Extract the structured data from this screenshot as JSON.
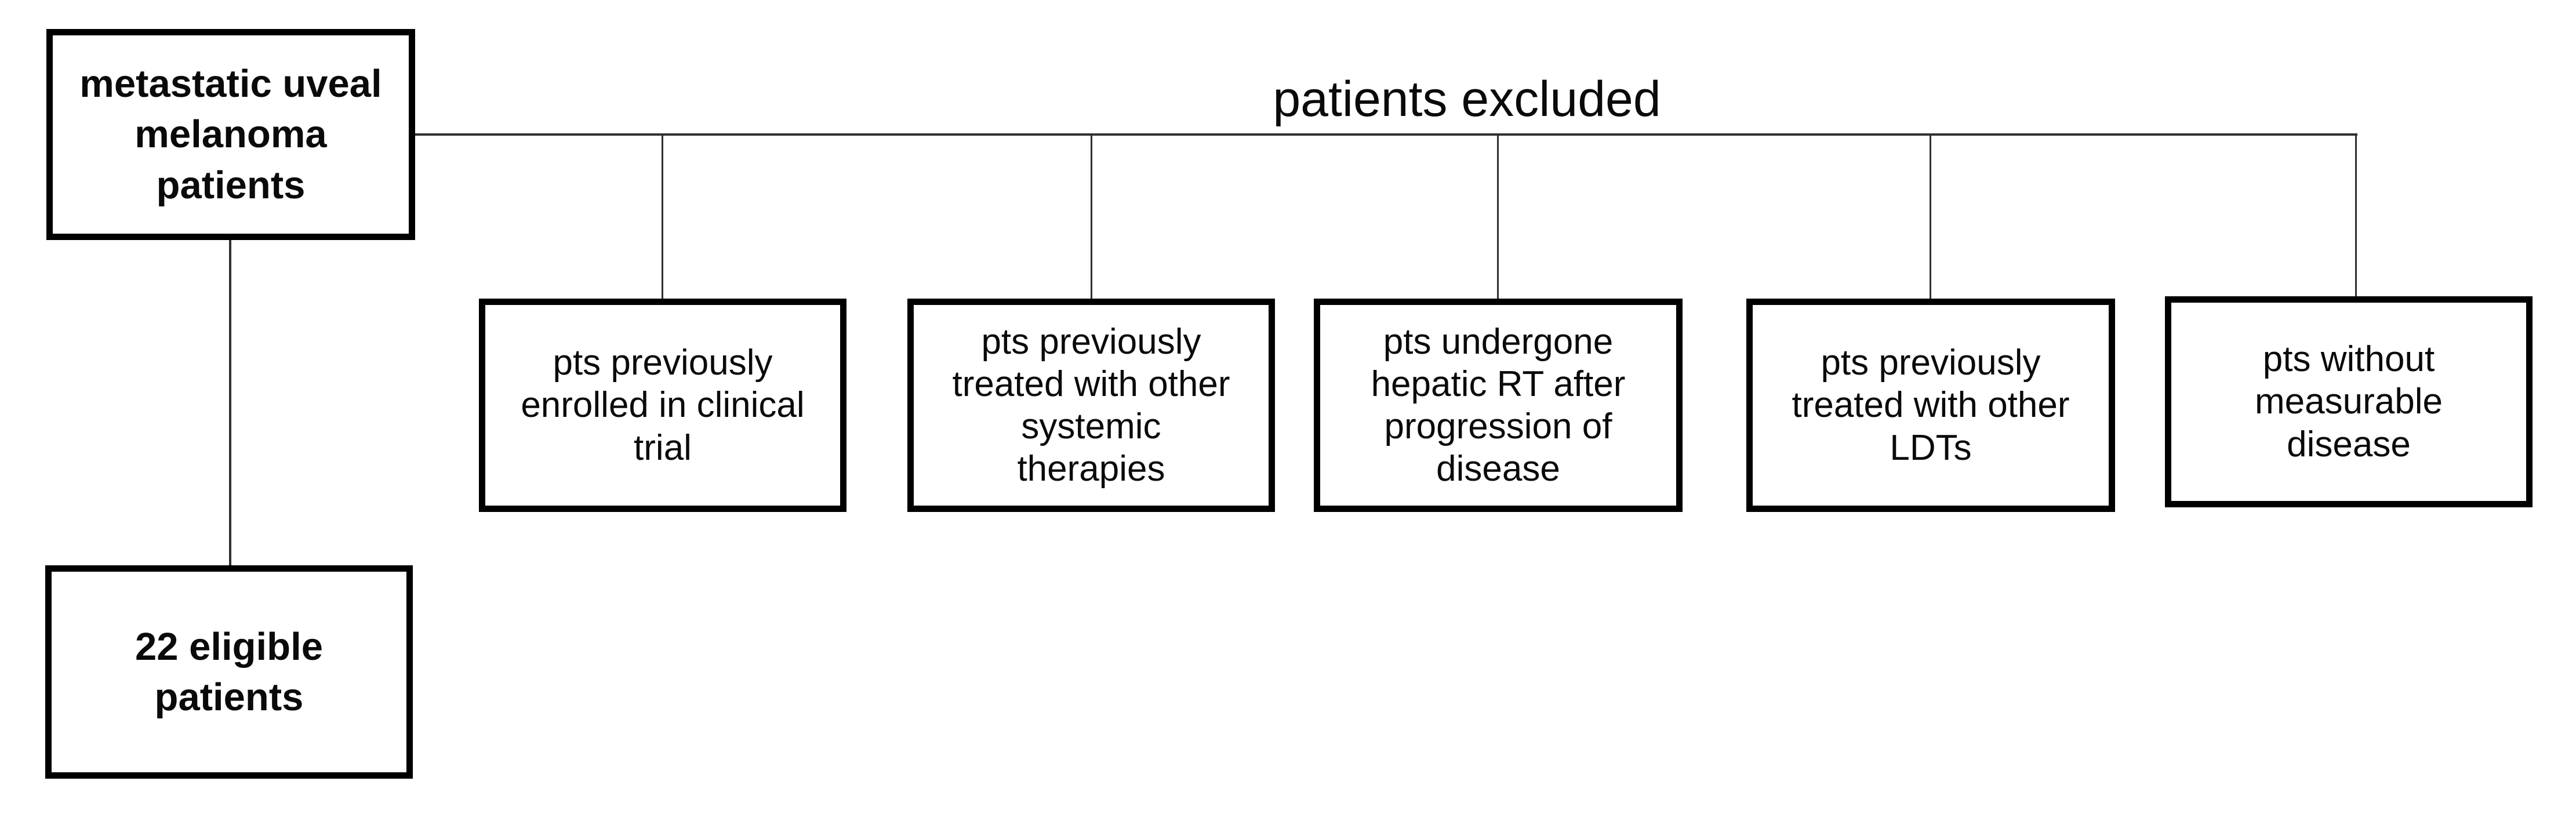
{
  "title": "patient selection flow diagram",
  "colors": {
    "background": "#ffffff",
    "box_border": "#000000",
    "connector": "#303030",
    "text": "#0a0a0a"
  },
  "diagram": {
    "root_label": "metastatic uveal\nmelanoma\npatients",
    "excluded_header": "patients excluded",
    "excluded": [
      "pts previously\nenrolled in clinical\ntrial",
      "pts previously\ntreated with other\nsystemic\ntherapies",
      "pts undergone\nhepatic RT after\nprogression of\ndisease",
      "pts previously\ntreated with other\nLDTs",
      "pts without\nmeasurable\ndisease"
    ],
    "result_label": "22 eligible\npatients"
  }
}
